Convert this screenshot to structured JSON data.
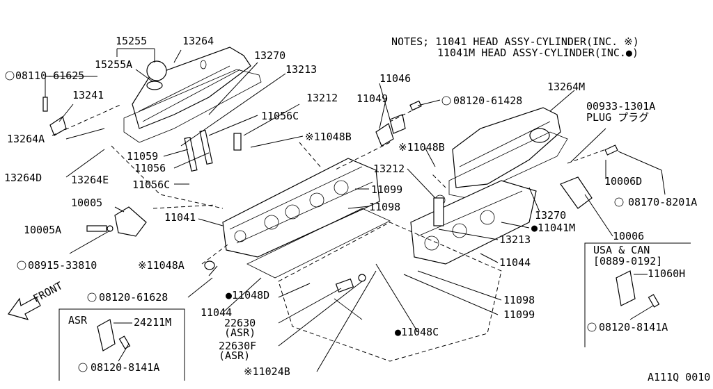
{
  "notes": {
    "line1": "NOTES; 11041 HEAD ASSY-CYLINDER(INC. ※)",
    "line2": "11041M HEAD ASSY-CYLINDER(INC.●)"
  },
  "diagram_code": "A111Q 0010",
  "front_label": "FRONT",
  "asr_box": {
    "title": "ASR",
    "p1": "24211M",
    "p2": "08120-8141A"
  },
  "usa_box": {
    "title1": "USA & CAN",
    "title2": "[0889-0192]",
    "p1": "11060H",
    "p2": "08120-8141A"
  },
  "plug_note": {
    "code": "00933-1301A",
    "text": "PLUG プラグ"
  },
  "labels": {
    "l15255": "15255",
    "l13264": "13264",
    "l15255A": "15255A",
    "l08110": "08110-61625",
    "l13270a": "13270",
    "l13213a": "13213",
    "l13241": "13241",
    "l13212a": "13212",
    "l11056C": "11056C",
    "l11046": "11046",
    "l11049": "11049",
    "l08120_61428": "08120-61428",
    "l13264M": "13264M",
    "l11048B_a": "※11048B",
    "l11048B_b": "※11048B",
    "l13264A": "13264A",
    "l11059": "11059",
    "l11056": "11056",
    "l13264D": "13264D",
    "l13264E": "13264E",
    "l11056C_b": "11056C",
    "l13212b": "13212",
    "l11099a": "11099",
    "l10006D": "10006D",
    "l10005": "10005",
    "l11098a": "11098",
    "l08170": "08170-8201A",
    "l11041": "11041",
    "l13270b": "13270",
    "l10005A": "10005A",
    "l10006": "10006",
    "l11041M": "●11041M",
    "l13213b": "13213",
    "l08915": "08915-33810",
    "l11044a": "11044",
    "l11048A": "※11048A",
    "l08120_61628": "08120-61628",
    "l11048D": "●11048D",
    "l11098b": "11098",
    "l11044b": "11044",
    "l11099b": "11099",
    "l22630": "22630",
    "l22630asr": "(ASR)",
    "l11048C": "●11048C",
    "l22630F": "22630F",
    "l22630Fasr": "(ASR)",
    "l11024B": "※11024B"
  }
}
